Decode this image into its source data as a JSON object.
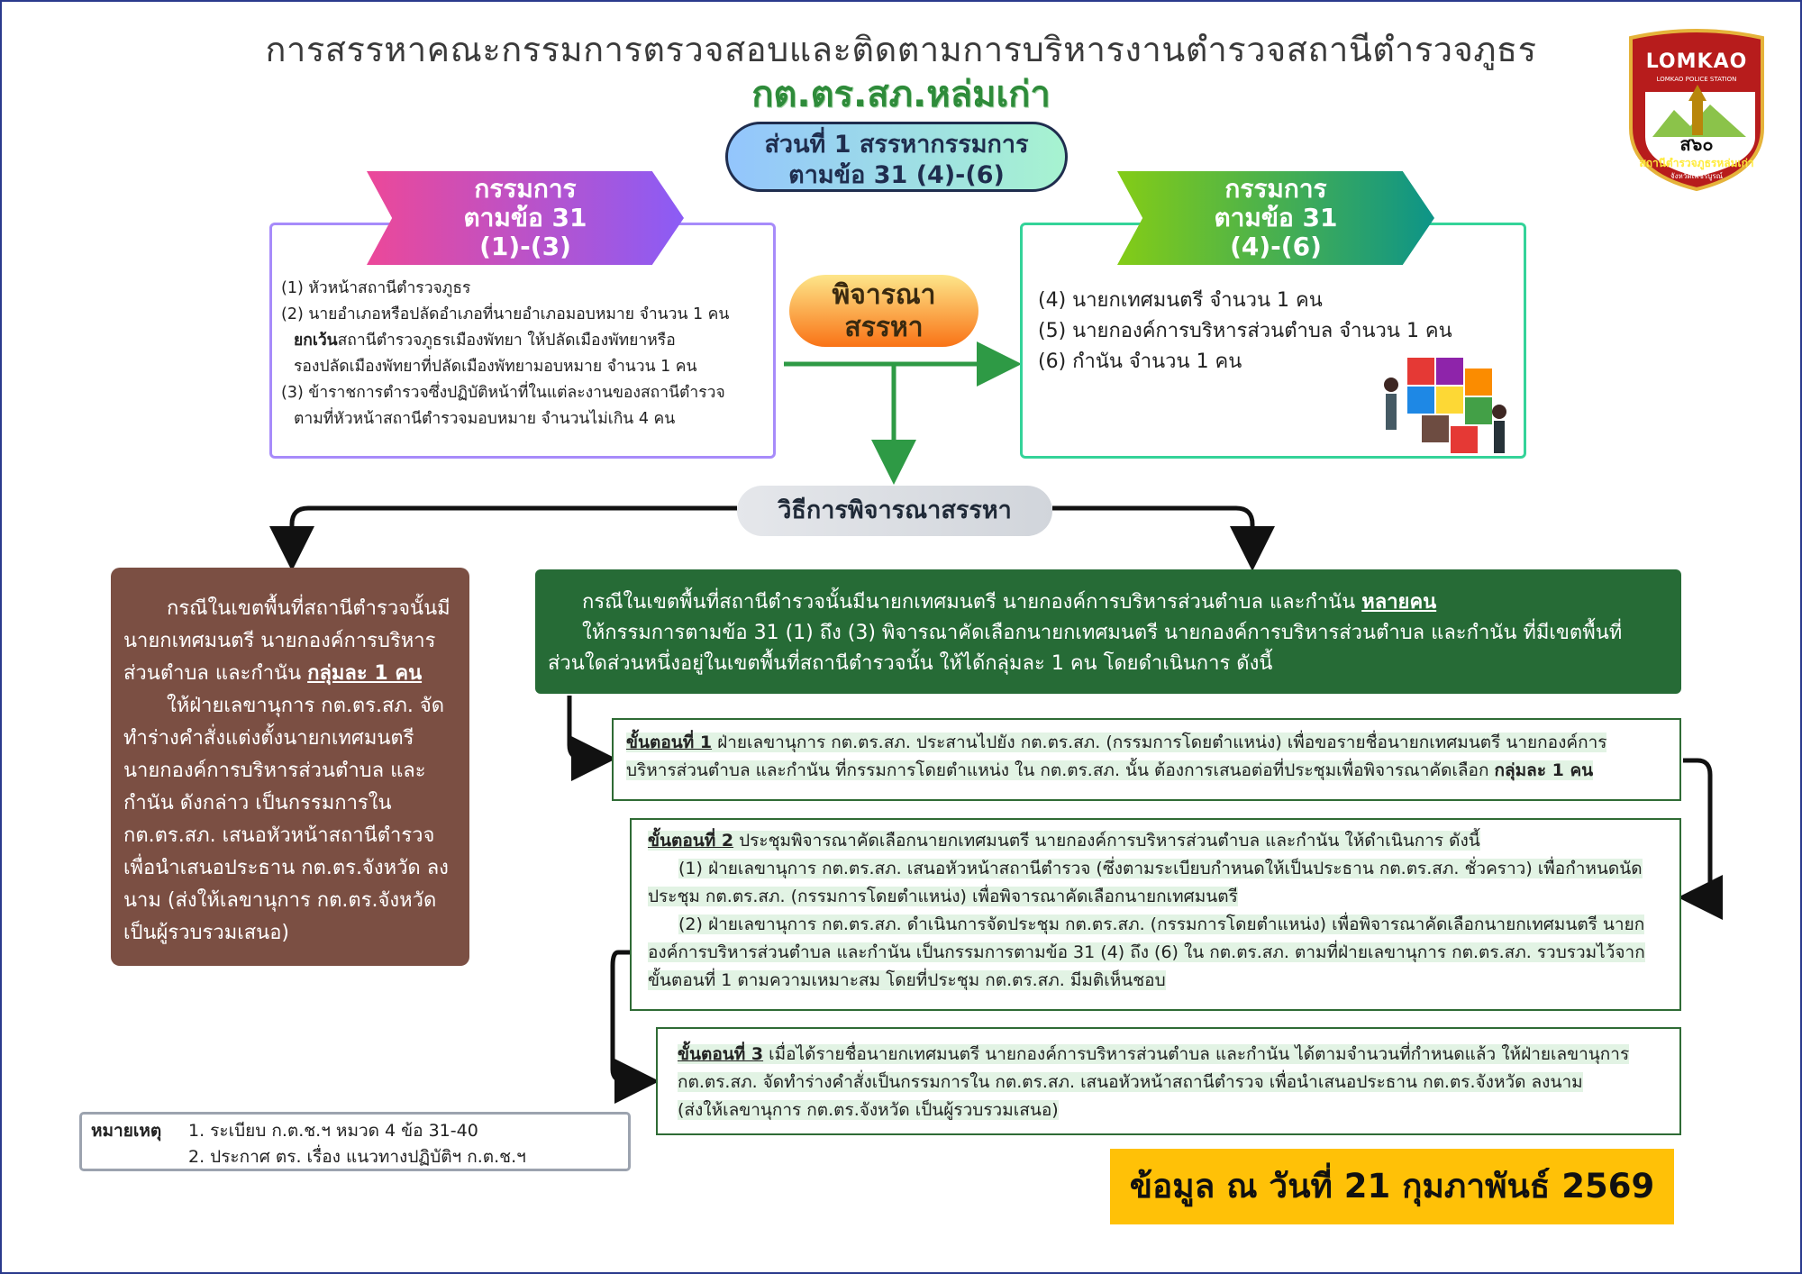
{
  "header": {
    "title_line1": "การสรรหาคณะกรรมการตรวจสอบและติดตามการบริหารงานตำรวจสถานีตำรวจภูธร",
    "title_line2": "กต.ตร.สภ.หล่มเก่า"
  },
  "logo": {
    "top_text": "LOMKAO",
    "sub_text": "LOMKAO POLICE STATION",
    "script_text": "ส๖๐",
    "bottom_text": "สถานีตำรวจภูธรหล่มเก่า",
    "bottom_sub": "จังหวัดเพชรบูรณ์",
    "colors": {
      "red": "#b71c1c",
      "gold": "#e5b33a"
    }
  },
  "section_pill": {
    "line1": "ส่วนที่ 1 สรรหากรรมการ",
    "line2": "ตามข้อ 31 (4)-(6)"
  },
  "left_panel": {
    "banner": [
      "กรรมการ",
      "ตามข้อ 31",
      "(1)-(3)"
    ],
    "items": [
      "(1) หัวหน้าสถานีตำรวจภูธร",
      "(2) นายอำเภอหรือปลัดอำเภอที่นายอำเภอมอบหมาย จำนวน 1 คน",
      "ยกเว้น",
      "สถานีตำรวจภูธรเมืองพัทยา ให้ปลัดเมืองพัทยาหรือ",
      "รองปลัดเมืองพัทยาที่ปลัดเมืองพัทยามอบหมาย จำนวน 1 คน",
      "(3) ข้าราชการตำรวจซึ่งปฏิบัติหน้าที่ในแต่ละงานของสถานีตำรวจ",
      "ตามที่หัวหน้าสถานีตำรวจมอบหมาย จำนวนไม่เกิน 4 คน"
    ]
  },
  "center_pill": {
    "line1": "พิจารณา",
    "line2": "สรรหา"
  },
  "right_panel": {
    "banner": [
      "กรรมการ",
      "ตามข้อ 31",
      "(4)-(6)"
    ],
    "items": [
      "(4) นายกเทศมนตรี จำนวน 1 คน",
      "(5) นายกองค์การบริหารส่วนตำบล จำนวน 1 คน",
      "(6) กำนัน จำนวน 1 คน"
    ]
  },
  "method_pill": "วิธีการพิจารณาสรรหา",
  "brown_box": {
    "p1": "กรณีในเขตพื้นที่สถานีตำรวจนั้นมี นายกเทศมนตรี นายกองค์การบริหารส่วนตำบล และกำนัน ",
    "p1_emph": "กลุ่มละ 1 คน",
    "p2": "ให้ฝ่ายเลขานุการ กต.ตร.สภ. จัดทำร่างคำสั่งแต่งตั้งนายกเทศมนตรี นายกองค์การบริหารส่วนตำบล และกำนัน ดังกล่าว เป็นกรรมการใน กต.ตร.สภ. เสนอหัวหน้าสถานีตำรวจ เพื่อนำเสนอประธาน กต.ตร.จังหวัด ลงนาม (ส่งให้เลขานุการ กต.ตร.จังหวัด เป็นผู้รวบรวมเสนอ)"
  },
  "green_box": {
    "line1": "กรณีในเขตพื้นที่สถานีตำรวจนั้นมีนายกเทศมนตรี นายกองค์การบริหารส่วนตำบล และกำนัน ",
    "line1_emph": "หลายคน",
    "line2": "ให้กรรมการตามข้อ 31 (1) ถึง (3) พิจารณาคัดเลือกนายกเทศมนตรี นายกองค์การบริหารส่วนตำบล และกำนัน ที่มีเขตพื้นที่",
    "line3": "ส่วนใดส่วนหนึ่งอยู่ในเขตพื้นที่สถานีตำรวจนั้น ให้ได้กลุ่มละ 1 คน โดยดำเนินการ ดังนี้"
  },
  "step1": {
    "label": "ขั้นตอนที่ 1",
    "text1": " ฝ่ายเลขานุการ กต.ตร.สภ. ประสานไปยัง กต.ตร.สภ. (กรรมการโดยตำแหน่ง) เพื่อขอรายชื่อนายกเทศมนตรี นายกองค์การ",
    "text2": "บริหารส่วนตำบล และกำนัน ที่กรรมการโดยตำแหน่ง ใน กต.ตร.สภ. นั้น ต้องการเสนอต่อที่ประชุมเพื่อพิจารณาคัดเลือก ",
    "text2_emph": "กลุ่มละ 1 คน"
  },
  "step2": {
    "label": "ขั้นตอนที่ 2",
    "text1": " ประชุมพิจารณาคัดเลือกนายกเทศมนตรี นายกองค์การบริหารส่วนตำบล และกำนัน ให้ดำเนินการ ดังนี้",
    "text2": "(1) ฝ่ายเลขานุการ กต.ตร.สภ. เสนอหัวหน้าสถานีตำรวจ (ซึ่งตามระเบียบกำหนดให้เป็นประธาน กต.ตร.สภ. ชั่วคราว) เพื่อกำหนดนัด",
    "text3": "ประชุม กต.ตร.สภ. (กรรมการโดยตำแหน่ง) เพื่อพิจารณาคัดเลือกนายกเทศมนตรี",
    "text4": "(2) ฝ่ายเลขานุการ กต.ตร.สภ. ดำเนินการจัดประชุม กต.ตร.สภ. (กรรมการโดยตำแหน่ง) เพื่อพิจารณาคัดเลือกนายกเทศมนตรี นายก",
    "text5": "องค์การบริหารส่วนตำบล และกำนัน เป็นกรรมการตามข้อ 31 (4) ถึง (6) ใน กต.ตร.สภ. ตามที่ฝ่ายเลขานุการ กต.ตร.สภ. รวบรวมไว้จาก",
    "text6": "ขั้นตอนที่ 1 ตามความเหมาะสม โดยที่ประชุม กต.ตร.สภ. มีมติเห็นชอบ"
  },
  "step3": {
    "label": "ขั้นตอนที่ 3",
    "text1": " เมื่อได้รายชื่อนายกเทศมนตรี นายกองค์การบริหารส่วนตำบล และกำนัน ได้ตามจำนวนที่กำหนดแล้ว ให้ฝ่ายเลขานุการ",
    "text2": "กต.ตร.สภ. จัดทำร่างคำสั่งเป็นกรรมการใน กต.ตร.สภ. เสนอหัวหน้าสถานีตำรวจ เพื่อนำเสนอประธาน กต.ตร.จังหวัด ลงนาม",
    "text3": "(ส่งให้เลขานุการ กต.ตร.จังหวัด เป็นผู้รวบรวมเสนอ)"
  },
  "note": {
    "label": "หมายเหตุ",
    "line1": "1. ระเบียบ ก.ต.ช.ฯ หมวด 4 ข้อ 31-40",
    "line2": "2. ประกาศ ตร. เรื่อง แนวทางปฏิบัติฯ ก.ต.ช.ฯ"
  },
  "date_badge": "ข้อมูล ณ วันที่ 21 กุมภาพันธ์ 2569"
}
